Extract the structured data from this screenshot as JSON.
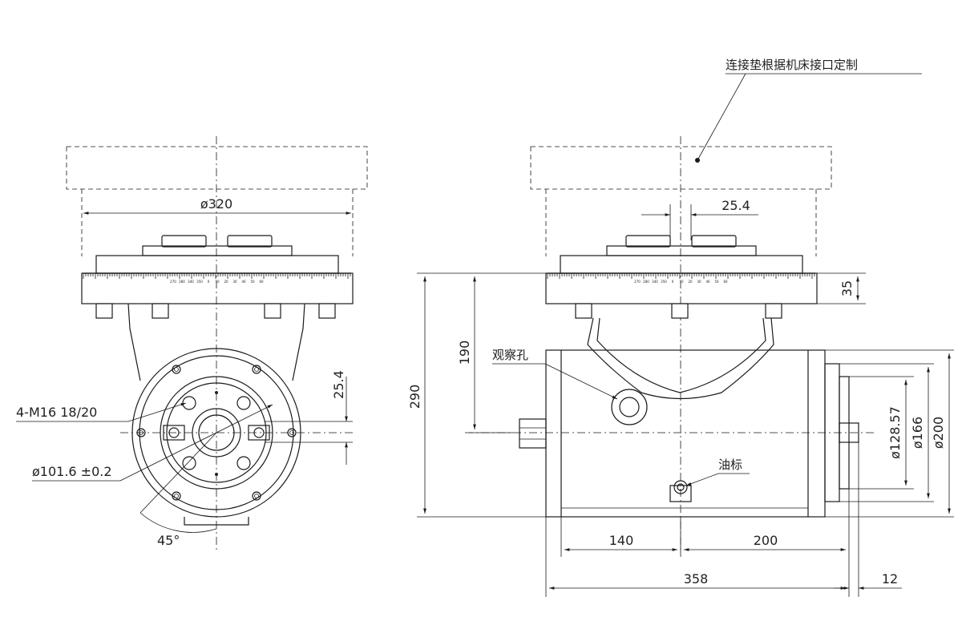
{
  "note_top": "连接垫根据机床接口定制",
  "labels": {
    "dia320": "ø320",
    "dim_25_4_top": "25.4",
    "dim_25_4_left": "25.4",
    "dim_35": "35",
    "dim_190": "190",
    "dim_290": "290",
    "thread": "4-M16 18/20",
    "bore": "ø101.6 ±0.2",
    "angle": "45°",
    "observation_hole": "观察孔",
    "oil_mark": "油标",
    "dia128": "ø128.57",
    "dia166": "ø166",
    "dia200": "ø200",
    "dim_140": "140",
    "dim_200": "200",
    "dim_358": "358",
    "dim_12": "12"
  },
  "scale_ticks": [
    "270",
    "280",
    "340",
    "350",
    "0",
    "10",
    "20",
    "30",
    "40",
    "50",
    "60"
  ]
}
